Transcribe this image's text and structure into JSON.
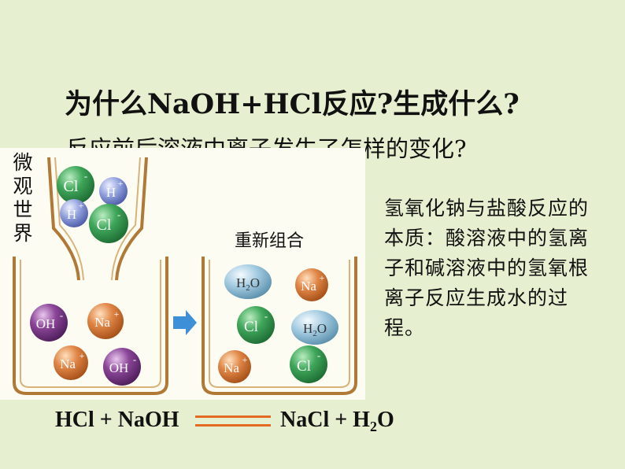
{
  "title": "为什么NaOH+HCl反应?生成什么?",
  "subtitle": "反应前后溶液中离子发生了怎样的变化?",
  "side_label": [
    "微",
    "观",
    "世",
    "界"
  ],
  "regroup_label": "重新组合",
  "explanation": "氢氧化钠与盐酸反应的本质：酸溶液中的氢离子和碱溶液中的氢氧根离子反应生成水的过程。",
  "equation": {
    "left": "HCl + NaOH",
    "right_prefix": "NaCl  + H",
    "sub": "2",
    "right_suffix": "O"
  },
  "ions": {
    "cl": "Cl",
    "h": "H",
    "oh": "OH",
    "na": "Na",
    "h2o_h": "H",
    "h2o_sub": "2",
    "h2o_o": "O",
    "minus": "-",
    "plus": "+"
  },
  "colors": {
    "background": "#e6efcf",
    "panel": "#fcfcf3",
    "cl_ion": "#3fa75a",
    "h_ion": "#8f9fdc",
    "oh_ion": "#8a4597",
    "na_ion": "#e08646",
    "h2o": "#9fc8df",
    "beaker": "#b07935",
    "arrow": "#3d8fd8",
    "equals": "#e26a22"
  }
}
